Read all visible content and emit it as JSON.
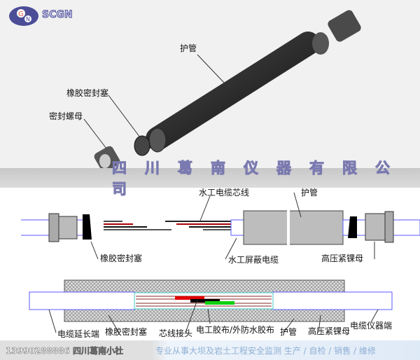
{
  "header": {
    "brand": "SCGN",
    "logo": "GN"
  },
  "banner": {
    "company": "四川葛南仪器有限公司"
  },
  "top_labels": {
    "tube": "护管",
    "rubber_plug": "橡胶密封塞",
    "seal_nut": "密封螺母"
  },
  "middle_labels": {
    "core_wires": "水工电缆芯线",
    "tube": "护管",
    "rubber_plug": "橡胶密封塞",
    "shielded_cable": "水工屏蔽电缆",
    "hp_nut": "高压紧锞母"
  },
  "bottom_labels": {
    "ext_end": "电缆延长端",
    "rubber_plug": "橡胶密封塞",
    "joint": "芯线接头",
    "tape": "电工胶布/外防水胶布",
    "tube": "护管",
    "hp_nut": "高压紧锞母",
    "inst_end": "电缆仪器端"
  },
  "footer": {
    "contact": "13990288886 四川葛南小杜",
    "slogan": "专业从事大坝及岩土工程安全监测 生产 / 自检 / 销售 / 维修"
  },
  "colors": {
    "cable_outline": "#5a5aff",
    "wire_red": "#e00000",
    "wire_green": "#10d010",
    "tube_gray": "#bdbdbd"
  }
}
